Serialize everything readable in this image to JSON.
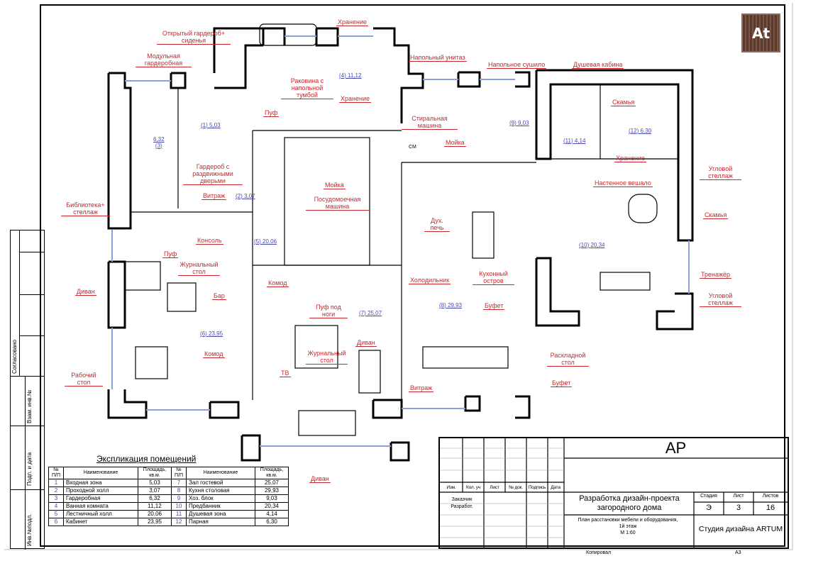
{
  "logo": {
    "text": "At"
  },
  "labels": [
    "Хранение",
    "Открытый гардероб+ сиденья",
    "Модульная гардеробная",
    "Напольный унитаз",
    "Напольное сушило",
    "Душевая кабина",
    "Раковина с напольной тумбой",
    "Хранение",
    "Скамья",
    "Пуф",
    "Стиральная машина",
    "Мойка",
    "Гардероб с раздвижными дверьми",
    "Хранение",
    "Угловой стеллаж",
    "Мойка",
    "Настенное вешало",
    "Витраж",
    "Посудомоечная машина",
    "Библиотека+ стеллаж",
    "Скамья",
    "Консоль",
    "Дух. печь",
    "Пуф",
    "Журнальный стол",
    "Холодильник",
    "Кухонный остров",
    "Диван",
    "Бар",
    "Комод",
    "Тренажёр",
    "Угловой стеллаж",
    "Пуф под ноги",
    "Буфет",
    "Диван",
    "Журнальный стол",
    "Раскладной стол",
    "Комод",
    "ТВ",
    "Рабочий стол",
    "Буфет",
    "Витраж",
    "Диван",
    "СМ"
  ],
  "rooms": [
    {
      "num": "1",
      "area": "5,03"
    },
    {
      "num": "2",
      "area": "3,07"
    },
    {
      "num": "3",
      "area": "6,32"
    },
    {
      "num": "4",
      "area": "11,12"
    },
    {
      "num": "5",
      "area": "20,06"
    },
    {
      "num": "6",
      "area": "23,95"
    },
    {
      "num": "7",
      "area": "25,07"
    },
    {
      "num": "8",
      "area": "29,93"
    },
    {
      "num": "9",
      "area": "9,03"
    },
    {
      "num": "10",
      "area": "20,34"
    },
    {
      "num": "11",
      "area": "4,14"
    },
    {
      "num": "12",
      "area": "6,30"
    }
  ],
  "explication": {
    "title": "Экспликация помещений",
    "headers": {
      "num": "№ П/П",
      "name": "Наименование",
      "area": "Площадь, кв.м."
    },
    "rows": [
      [
        "1",
        "Входная зона",
        "5,03",
        "7",
        "Зал гостевой",
        "25,07"
      ],
      [
        "2",
        "Проходной холл",
        "3,07",
        "8",
        "Кухня столовая",
        "29,93"
      ],
      [
        "3",
        "Гардеробная",
        "6,32",
        "9",
        "Хоз. блок",
        "9,03"
      ],
      [
        "4",
        "Ванная комната",
        "11,12",
        "10",
        "Предбанник",
        "20,34"
      ],
      [
        "5",
        "Лестничный холл",
        "20,06",
        "11",
        "Душевая зона",
        "4,14"
      ],
      [
        "6",
        "Кабинет",
        "23,95",
        "12",
        "Парная",
        "6,30"
      ]
    ]
  },
  "stamp": {
    "agreed": "Согласовано",
    "inv_replace": "Взам. инв.№",
    "sign_date": "Подп. и дата",
    "inv_orig": "Инв.№подл."
  },
  "title_block": {
    "code": "АР",
    "cols": [
      "Изм.",
      "Кол. уч",
      "Лист",
      "№ док.",
      "Подпись",
      "Дата"
    ],
    "customer": "Заказчик",
    "developer": "Разработ.",
    "project": "Разработка дизайн-проекта загородного дома",
    "sheet_title": "План расстановки мебели и оборудования, 1й этаж",
    "scale": "М 1:60",
    "stage_label": "Стадия",
    "sheet_label": "Лист",
    "sheets_label": "Листов",
    "stage": "Э",
    "sheet": "3",
    "sheets": "16",
    "studio": "Студия дизайна ARTUM",
    "copied": "Копировал",
    "format": "А3"
  }
}
